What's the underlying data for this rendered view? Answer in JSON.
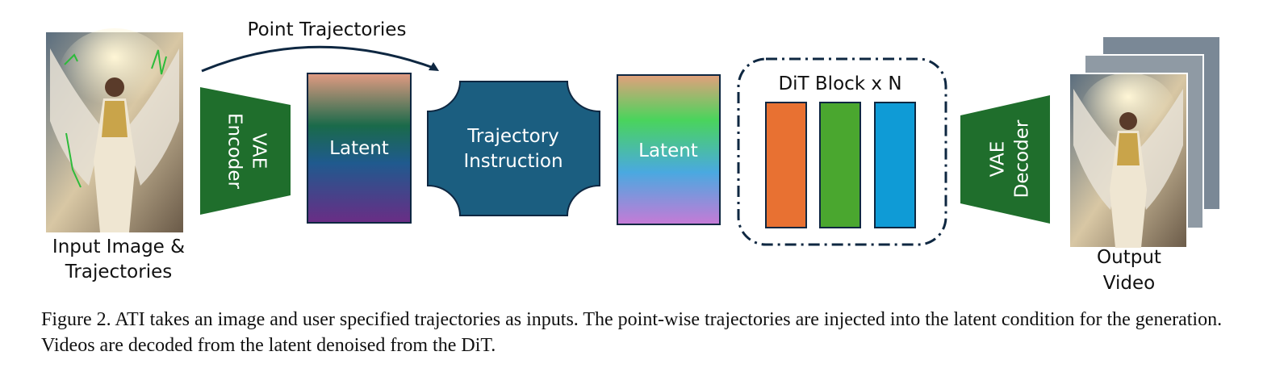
{
  "labels": {
    "point_trajectories": "Point Trajectories",
    "input_line1": "Input Image &",
    "input_line2": "Trajectories",
    "vae_encoder_line1": "VAE",
    "vae_encoder_line2": "Encoder",
    "latent_1": "Latent",
    "traj_instr_line1": "Trajectory",
    "traj_instr_line2": "Instruction",
    "latent_2": "Latent",
    "dit_block": "DiT Block x N",
    "vae_decoder_line1": "VAE",
    "vae_decoder_line2": "Decoder",
    "output_line1": "Output",
    "output_line2": "Video"
  },
  "caption": "Figure 2. ATI takes an image and user specified trajectories as inputs. The point-wise trajectories are injected into the latent condition for the generation. Videos are decoded from the latent denoised from the DiT.",
  "colors": {
    "vae_green": "#1f6e2c",
    "traj_blue": "#1b5e80",
    "dit_orange": "#e87132",
    "dit_green": "#4aa72f",
    "dit_blue": "#0f9bd6",
    "stroke": "#0e2741"
  },
  "icons": {
    "input_image": "winged-angel-image",
    "output_video": "stacked-video-frames"
  }
}
